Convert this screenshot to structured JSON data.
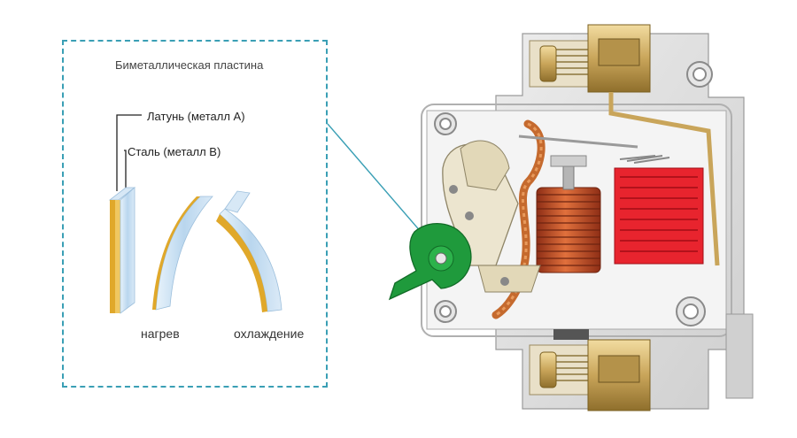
{
  "diagram": {
    "title": "Биметаллическая пластина",
    "label_metal_a": "Латунь (металл А)",
    "label_metal_b": "Сталь (металл В)",
    "label_heating": "нагрев",
    "label_cooling": "охлаждение"
  },
  "colors": {
    "frame": "#3a9fb5",
    "brass": "#e0a82a",
    "steel": "#bcd8ee",
    "coil": "#c8502a",
    "arc_chute": "#e8242e",
    "lever": "#1f9a3c",
    "housing": "#dcdcdc",
    "terminal": "#c9a55a"
  }
}
